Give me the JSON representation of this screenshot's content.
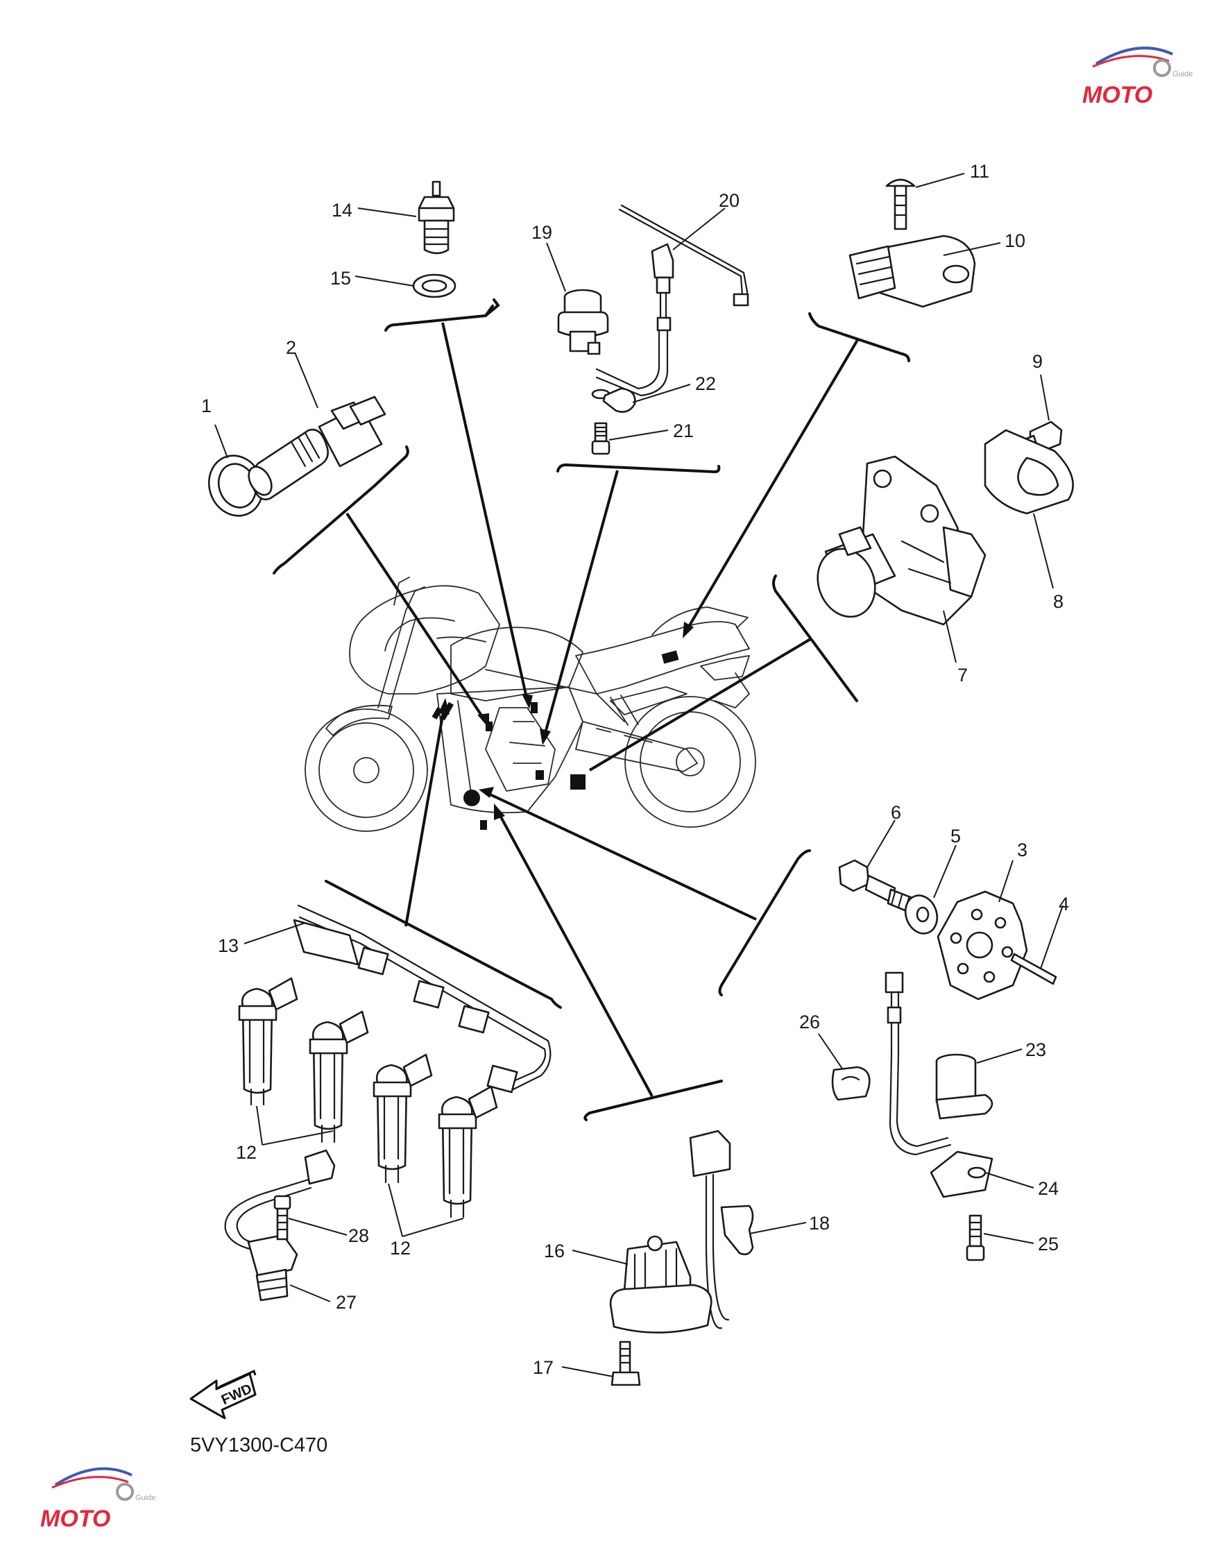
{
  "diagram": {
    "diagram_code": "5VY1300-C470",
    "fwd_label": "FWD",
    "watermark": {
      "brand": "MOTO",
      "subtitle": "Guide",
      "colors": {
        "red": "#e0283c",
        "gray": "#9a9a9a",
        "blue": "#3c5ab4"
      }
    },
    "part_numbers": {
      "p1": "1",
      "p2": "2",
      "p3": "3",
      "p4": "4",
      "p5": "5",
      "p6": "6",
      "p7": "7",
      "p8": "8",
      "p9": "9",
      "p10": "10",
      "p11": "11",
      "p12a": "12",
      "p12b": "12",
      "p13": "13",
      "p14": "14",
      "p15": "15",
      "p16": "16",
      "p17": "17",
      "p18": "18",
      "p19": "19",
      "p20": "20",
      "p21": "21",
      "p22": "22",
      "p23": "23",
      "p24": "24",
      "p25": "25",
      "p26": "26",
      "p27": "27",
      "p28": "28"
    }
  }
}
